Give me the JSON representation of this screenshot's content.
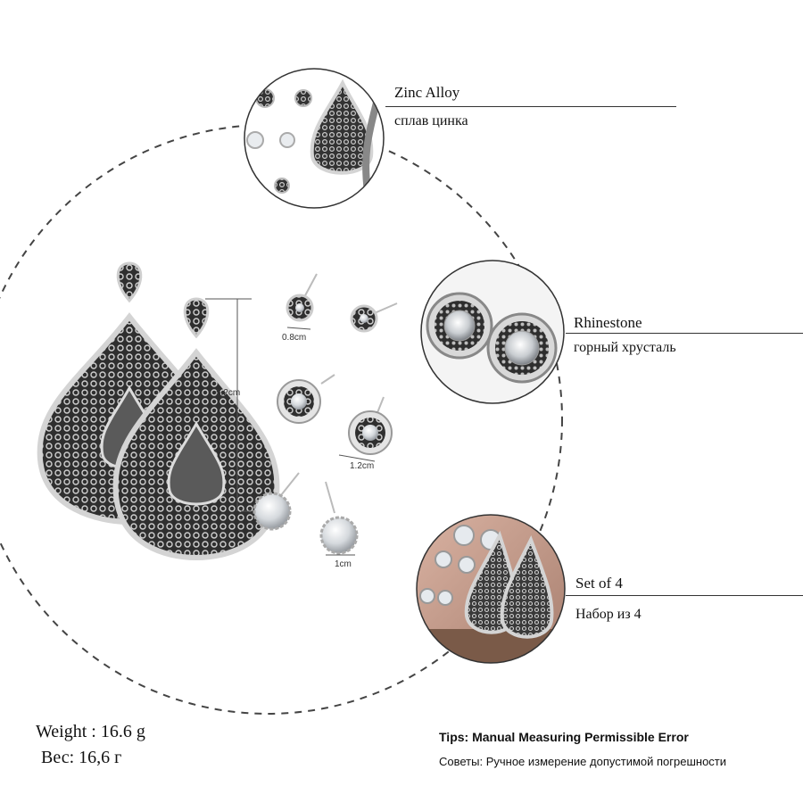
{
  "features": {
    "material": {
      "en": "Zinc Alloy",
      "ru": "сплав цинка"
    },
    "stone": {
      "en": "Rhinestone",
      "ru": "горный хрусталь"
    },
    "set": {
      "en": "Set of 4",
      "ru": "Набор из 4"
    }
  },
  "dimensions": {
    "drop_length": "5.2cm",
    "flower_stud": "0.8cm",
    "round_stud": "1.2cm",
    "crystal_stud": "1cm"
  },
  "weight": {
    "en": "Weight : 16.6 g",
    "ru": "Вес: 16,6 г"
  },
  "tips": {
    "en": "Tips: Manual Measuring Permissible Error",
    "ru": "Советы: Ручное измерение допустимой погрешности"
  },
  "colors": {
    "silver": "#b9b9b9",
    "antique": "#4a4a4a",
    "dashed_circle": "#444444",
    "skin": "#c9a090"
  }
}
